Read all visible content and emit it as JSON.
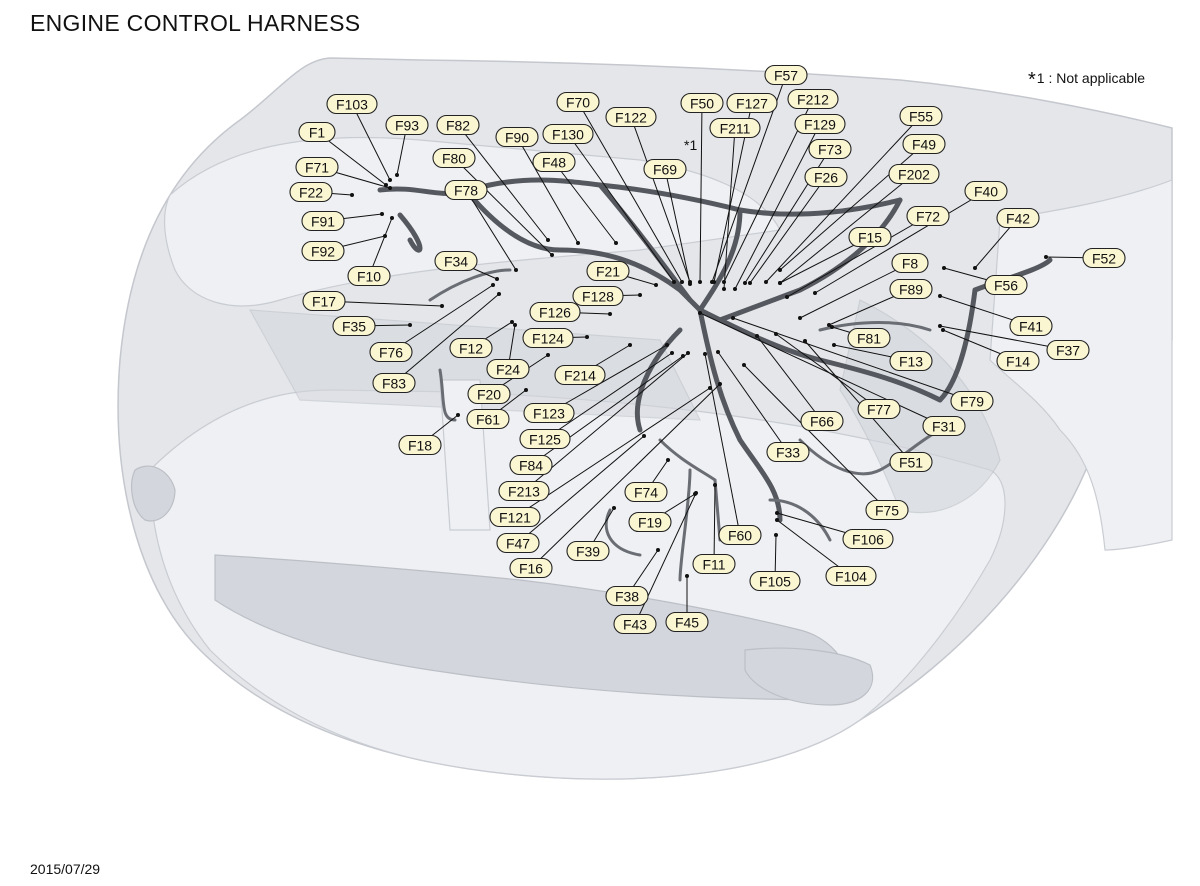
{
  "title": "ENGINE CONTROL HARNESS",
  "note": {
    "symbol": "*1",
    "text": ": Not applicable"
  },
  "marker": "*1",
  "date": "2015/07/29",
  "connectors": [
    "F57",
    "F70",
    "F50",
    "F127",
    "F212",
    "F103",
    "F122",
    "F211",
    "F129",
    "F93",
    "F82",
    "F1",
    "F90",
    "F130",
    "F55",
    "F73",
    "F49",
    "F71",
    "F80",
    "F48",
    "F69",
    "F26",
    "F202",
    "F22",
    "F78",
    "F40",
    "F91",
    "F72",
    "F42",
    "F15",
    "F92",
    "F34",
    "F10",
    "F8",
    "F52",
    "F21",
    "F56",
    "F17",
    "F128",
    "F89",
    "F126",
    "F35",
    "F41",
    "F81",
    "F124",
    "F37",
    "F76",
    "F12",
    "F13",
    "F214",
    "F14",
    "F24",
    "F83",
    "F20",
    "F79",
    "F61",
    "F77",
    "F123",
    "F66",
    "F31",
    "F18",
    "F125",
    "F33",
    "F51",
    "F84",
    "F213",
    "F74",
    "F75",
    "F121",
    "F19",
    "F60",
    "F106",
    "F47",
    "F39",
    "F16",
    "F11",
    "F104",
    "F105",
    "F38",
    "F43",
    "F45"
  ]
}
